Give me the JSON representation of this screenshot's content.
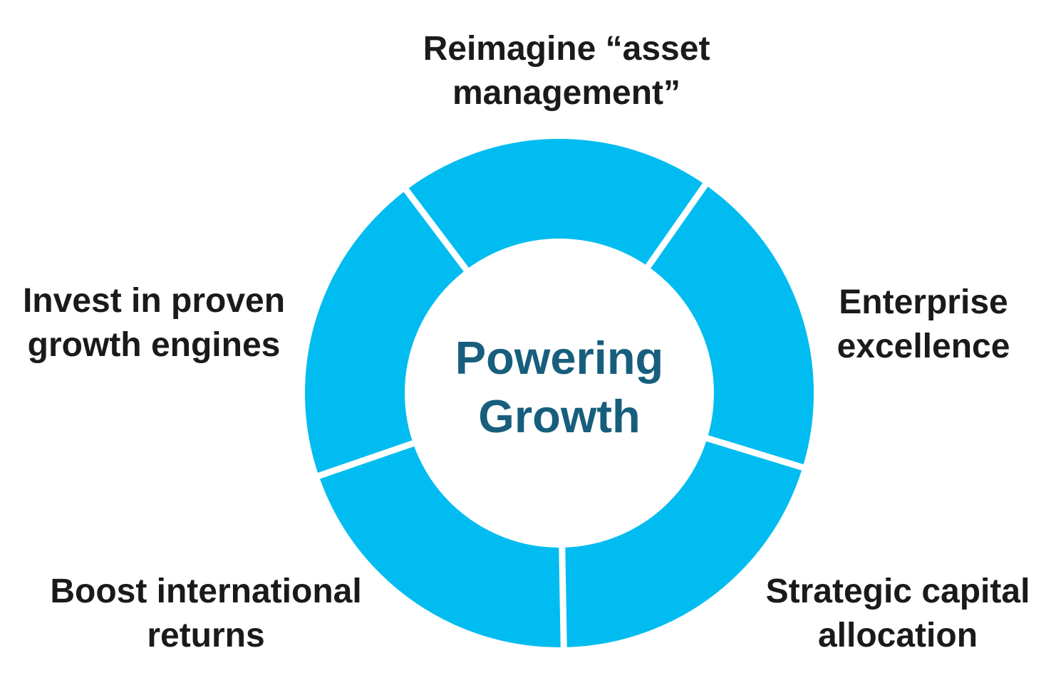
{
  "diagram": {
    "type": "donut-cycle",
    "background": "#FFFFFF",
    "ring_color": "#00BCF0",
    "separator_color": "#FFFFFF",
    "label_color": "#1A1A1A",
    "center_title": {
      "text": "Powering Growth",
      "line1": "Powering",
      "line2": "Growth",
      "color": "#175E7D"
    },
    "gap_angles_deg": [
      55,
      127,
      199,
      271,
      343
    ],
    "segments": [
      {
        "id": "reimagine-asset-management",
        "label": "Reimagine “asset management”",
        "line1": "Reimagine “asset",
        "line2": "management”",
        "arc_deg": 72,
        "position": "top"
      },
      {
        "id": "enterprise-excellence",
        "label": "Enterprise excellence",
        "line1": "Enterprise",
        "line2": "excellence",
        "arc_deg": 72,
        "position": "right"
      },
      {
        "id": "strategic-capital-allocation",
        "label": "Strategic capital allocation",
        "line1": "Strategic capital",
        "line2": "allocation",
        "arc_deg": 72,
        "position": "bottom-right"
      },
      {
        "id": "boost-international-returns",
        "label": "Boost international returns",
        "line1": "Boost international",
        "line2": "returns",
        "arc_deg": 72,
        "position": "bottom-left"
      },
      {
        "id": "invest-in-proven-growth-engines",
        "label": "Invest in proven growth engines",
        "line1": "Invest in proven",
        "line2": "growth engines",
        "arc_deg": 72,
        "position": "left"
      }
    ]
  }
}
